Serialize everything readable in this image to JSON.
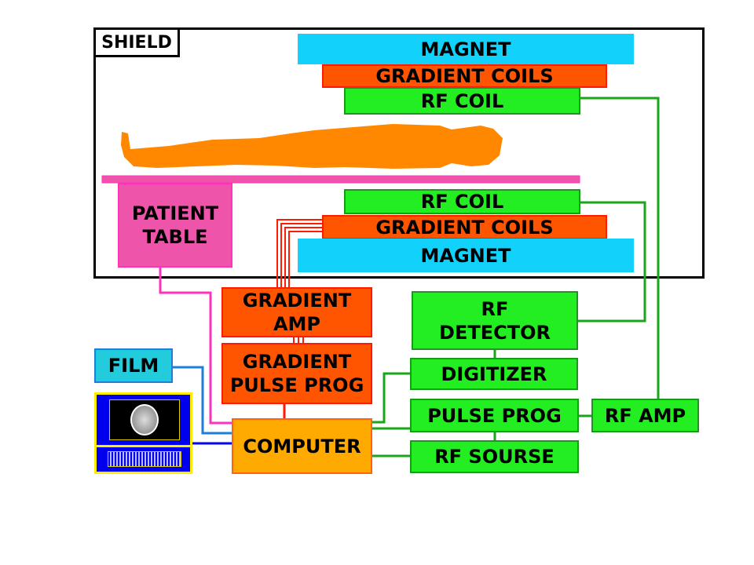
{
  "shield": {
    "label": "SHIELD"
  },
  "top": {
    "magnet": "MAGNET",
    "gradient_coils": "GRADIENT  COILS",
    "rf_coil": "RF  COIL"
  },
  "bottom": {
    "rf_coil": "RF  COIL",
    "gradient_coils": "GRADIENT  COILS",
    "magnet": "MAGNET"
  },
  "patient_table": "PATIENT\nTABLE",
  "gradient_amp": "GRADIENT\nAMP",
  "gradient_pulse_prog": "GRADIENT\nPULSE PROG",
  "computer": "COMPUTER",
  "film": "FILM",
  "rf_detector": "RF\nDETECTOR",
  "digitizer": "DIGITIZER",
  "pulse_prog": "PULSE PROG",
  "rf_source": "RF  SOURSE",
  "rf_amp": "RF AMP",
  "colors": {
    "magnet": "#12d2fb",
    "gradient": "#ff5500",
    "rf": "#22ee22",
    "computer": "#ffaa00",
    "table": "#ee55aa",
    "body": "#ff8800",
    "film": "#22ccdd",
    "monitor": "#0000ee"
  }
}
